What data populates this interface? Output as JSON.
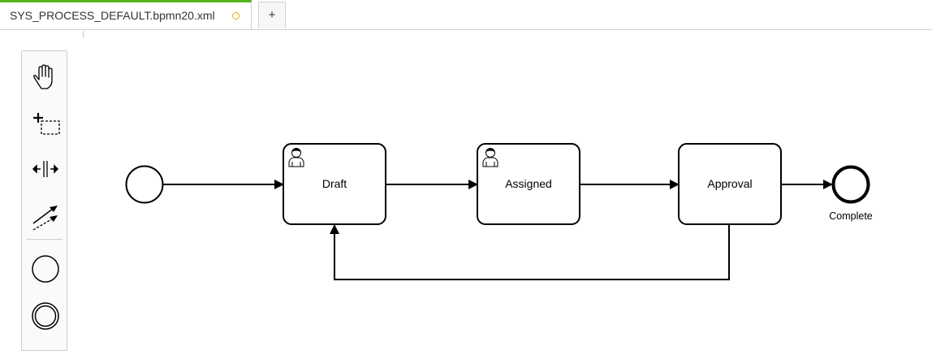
{
  "tabs": {
    "active_label": "SYS_PROCESS_DEFAULT.bpmn20.xml",
    "active_status_icon": "unsaved-changes-dot-icon",
    "add_label": "+"
  },
  "palette": {
    "tools": [
      {
        "name": "hand-tool",
        "icon": "hand-icon"
      },
      {
        "name": "lasso-tool",
        "icon": "lasso-selection-icon"
      },
      {
        "name": "space-tool",
        "icon": "space-tool-icon"
      },
      {
        "name": "global-connect-tool",
        "icon": "connect-arrow-icon"
      },
      {
        "name": "start-event-tool",
        "icon": "start-event-circle-icon"
      },
      {
        "name": "intermediate-event-tool",
        "icon": "intermediate-event-circle-icon"
      }
    ]
  },
  "diagram": {
    "start_event": {
      "label": ""
    },
    "tasks": [
      {
        "id": "draft",
        "label": "Draft",
        "type": "user-task"
      },
      {
        "id": "assigned",
        "label": "Assigned",
        "type": "user-task"
      },
      {
        "id": "approval",
        "label": "Approval",
        "type": "task"
      }
    ],
    "end_event": {
      "label": "Complete"
    },
    "flows": [
      {
        "from": "start",
        "to": "draft"
      },
      {
        "from": "draft",
        "to": "assigned"
      },
      {
        "from": "assigned",
        "to": "approval"
      },
      {
        "from": "approval",
        "to": "end"
      },
      {
        "from": "approval",
        "to": "draft"
      }
    ]
  },
  "colors": {
    "tab_accent": "#52b415",
    "unsaved_dot": "#f0a800",
    "stroke": "#000000"
  }
}
